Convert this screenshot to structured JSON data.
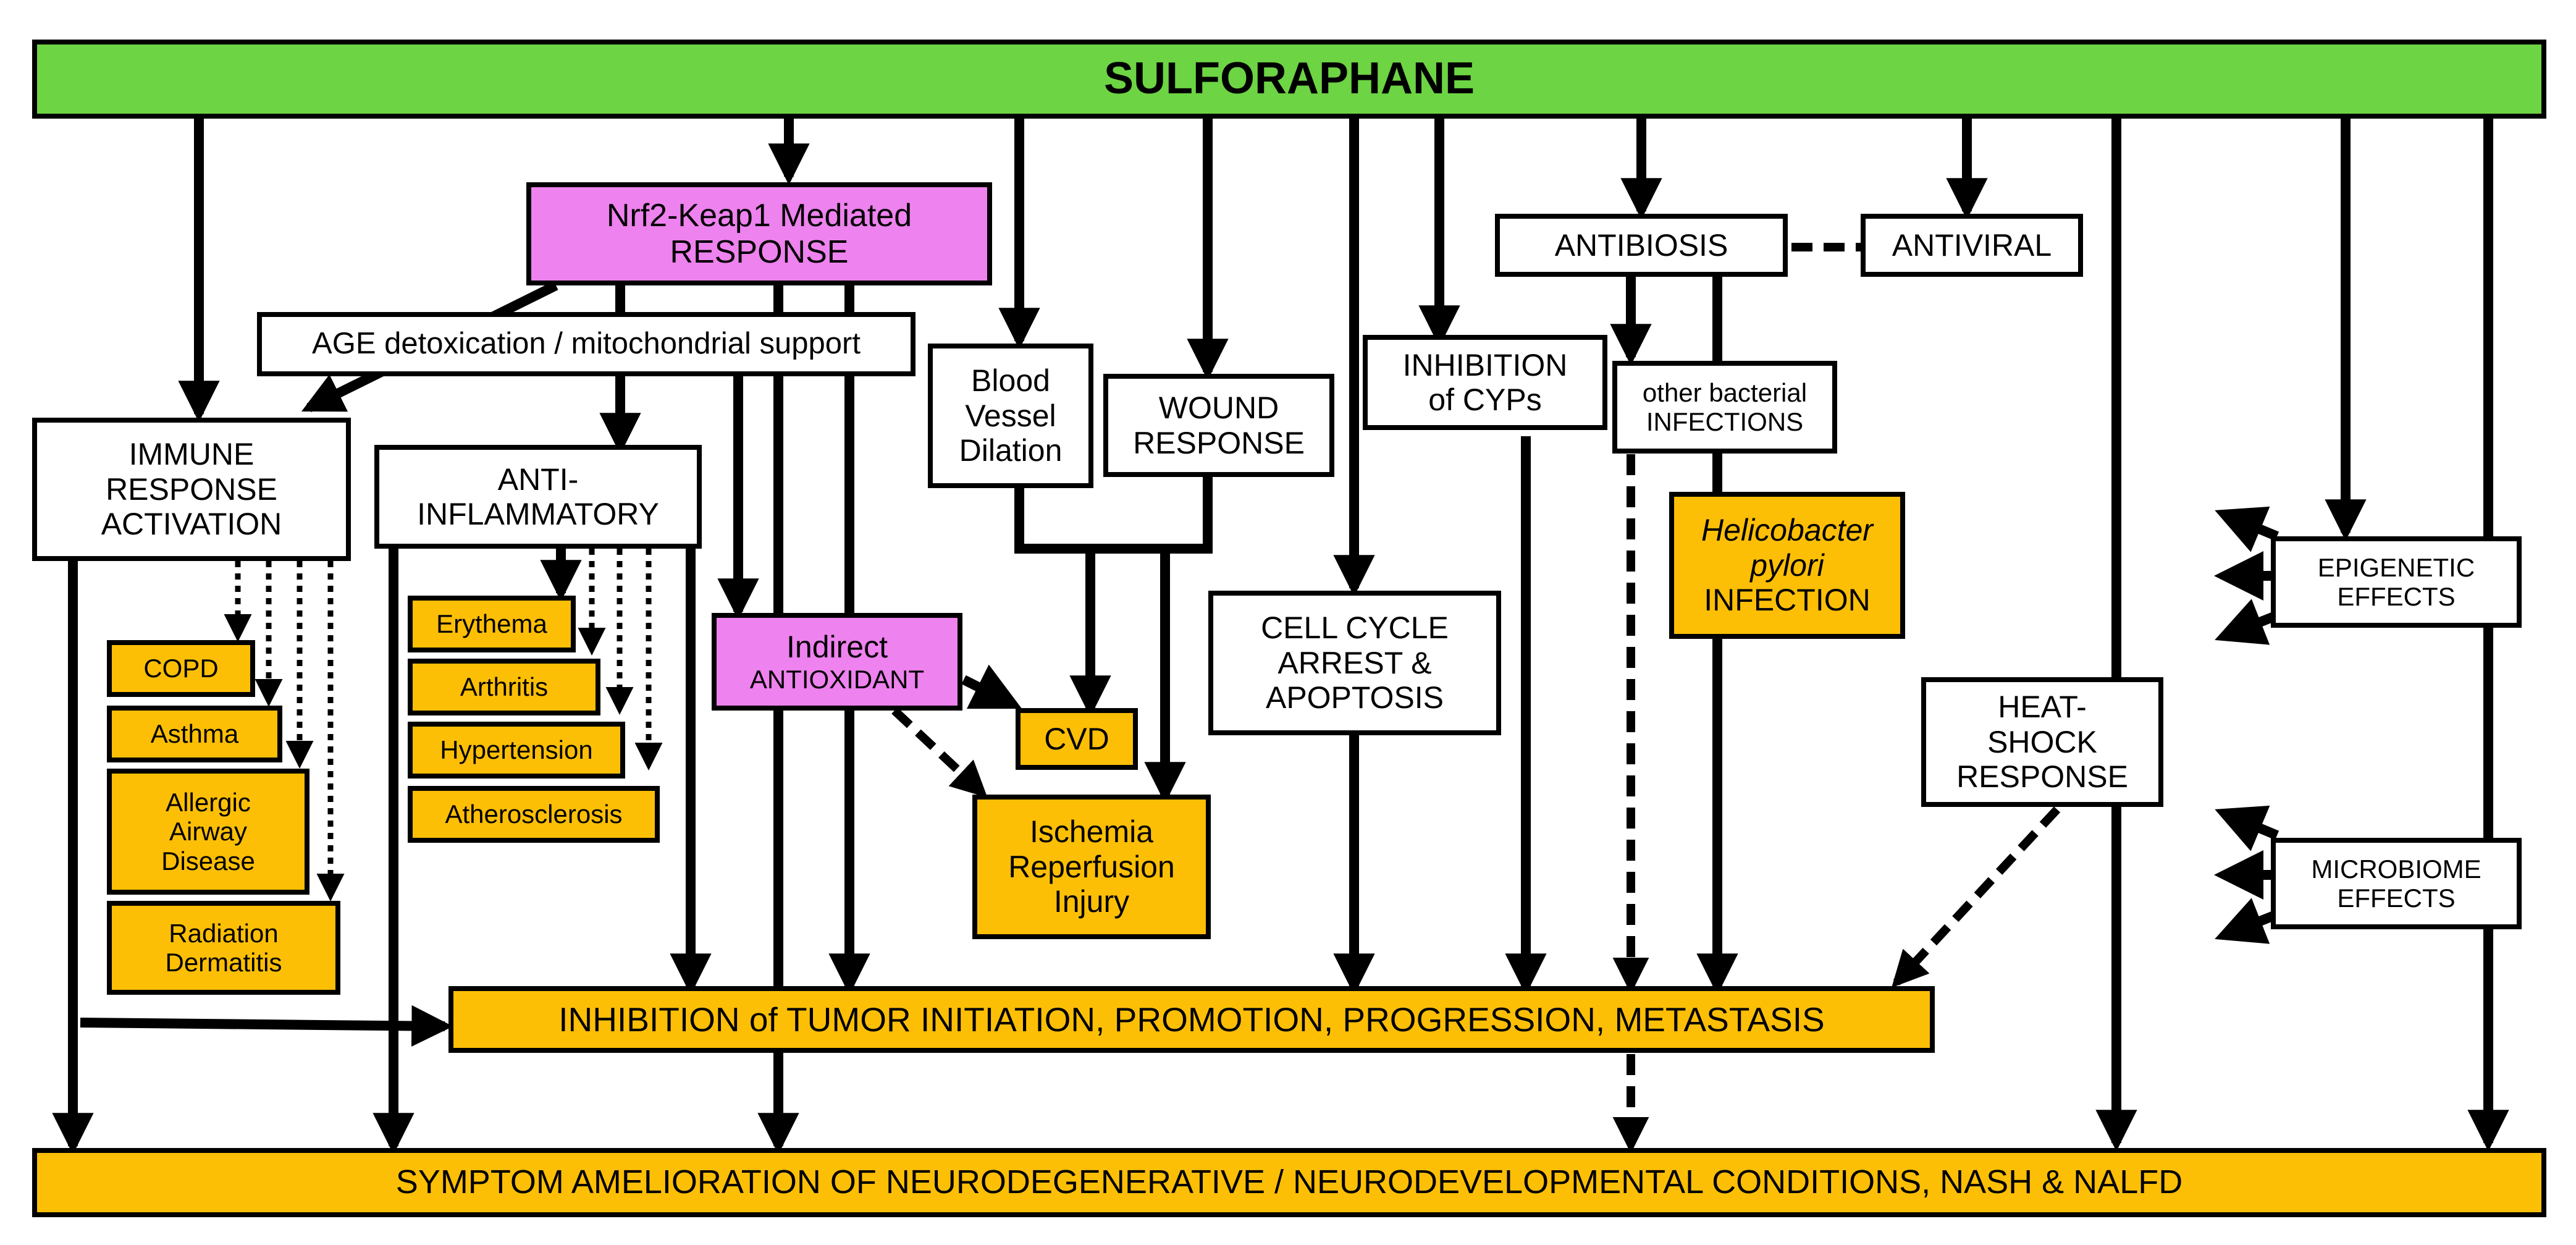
{
  "diagram": {
    "colors": {
      "green": "#6dd444",
      "pink": "#ee82ee",
      "orange": "#fdbf06",
      "white": "#ffffff",
      "line": "#000000"
    },
    "nodes": {
      "sulforaphane": "SULFORAPHANE",
      "nrf2": "Nrf2-Keap1 Mediated\nRESPONSE",
      "age": "AGE detoxication / mitochondrial support",
      "immune": "IMMUNE\nRESPONSE\nACTIVATION",
      "anti_inflammatory": "ANTI-\nINFLAMMATORY",
      "blood_vessel": "Blood\nVessel\nDilation",
      "wound": "WOUND\nRESPONSE",
      "antibiosis": "ANTIBIOSIS",
      "antiviral": "ANTIVIRAL",
      "cyps": "INHIBITION\nof CYPs",
      "other_bacterial_1": "other bacterial",
      "other_bacterial_2": "INFECTIONS",
      "helicobacter_1": "Helicobacter\npylori",
      "helicobacter_2": "INFECTION",
      "epigenetic": "EPIGENETIC\nEFFECTS",
      "microbiome": "MICROBIOME\nEFFECTS",
      "cell_cycle": "CELL CYCLE\nARREST &\nAPOPTOSIS",
      "heat_shock": "HEAT-\nSHOCK\nRESPONSE",
      "indirect_1": "Indirect",
      "indirect_2": "ANTIOXIDANT",
      "cvd": "CVD",
      "ischemia": "Ischemia\nReperfusion\nInjury",
      "copd": "COPD",
      "asthma": "Asthma",
      "allergic": "Allergic\nAirway\nDisease",
      "radiation": "Radiation\nDermatitis",
      "erythema": "Erythema",
      "arthritis": "Arthritis",
      "hypertension": "Hypertension",
      "atherosclerosis": "Atherosclerosis",
      "tumor": "INHIBITION of TUMOR INITIATION, PROMOTION, PROGRESSION, METASTASIS",
      "symptom": "SYMPTOM AMELIORATION OF NEURODEGENERATIVE / NEURODEVELOPMENTAL CONDITIONS, NASH & NALFD"
    }
  }
}
